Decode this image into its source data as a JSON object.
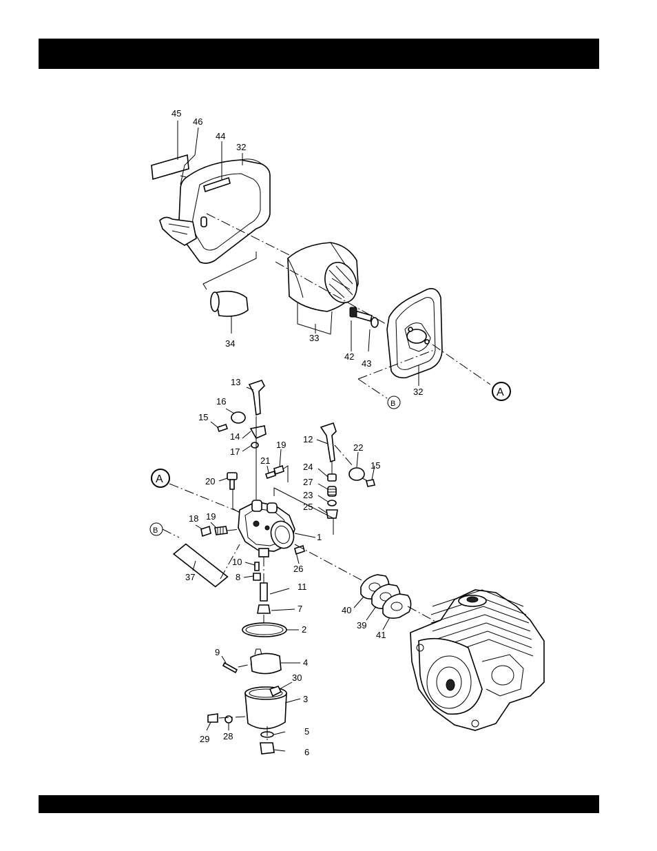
{
  "header_bar": "",
  "footer_bar": "",
  "callouts": {
    "c45": "45",
    "c46": "46",
    "c44": "44",
    "c32a": "32",
    "c34": "34",
    "c33": "33",
    "c42": "42",
    "c43": "43",
    "c32b": "32",
    "c13": "13",
    "c16": "16",
    "c15a": "15",
    "c14": "14",
    "c17": "17",
    "c12": "12",
    "c22": "22",
    "c15b": "15",
    "c21": "21",
    "c19a": "19",
    "c24": "24",
    "c27": "27",
    "c23": "23",
    "c25": "25",
    "c20": "20",
    "c1": "1",
    "c18": "18",
    "c19b": "19",
    "c26": "26",
    "c10": "10",
    "c8": "8",
    "c11": "11",
    "c37": "37",
    "c7": "7",
    "c2": "2",
    "c40": "40",
    "c39": "39",
    "c41": "41",
    "c9": "9",
    "c4": "4",
    "c30": "30",
    "c3": "3",
    "c29": "29",
    "c28": "28",
    "c5": "5",
    "c6": "6"
  },
  "refs": {
    "a_top": "A",
    "b_top": "B",
    "a_left": "A",
    "b_left": "B"
  }
}
